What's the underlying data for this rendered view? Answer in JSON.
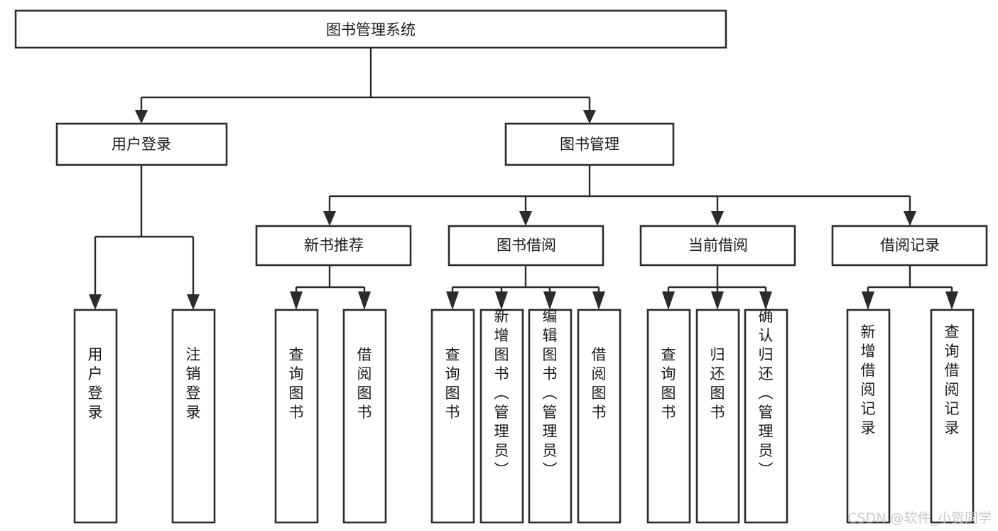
{
  "diagram": {
    "title": "图书管理系统",
    "type": "tree-hierarchy-diagram",
    "colors": {
      "background": "#ffffff",
      "box_stroke": "#2b2b2b",
      "box_fill": "#ffffff",
      "connector": "#2b2b2b",
      "text": "#1a1a1a",
      "watermark": "#c9c9c9"
    },
    "root": {
      "label": "图书管理系统"
    },
    "level1": [
      {
        "label": "用户登录"
      },
      {
        "label": "图书管理"
      }
    ],
    "level2": [
      {
        "label": "新书推荐"
      },
      {
        "label": "图书借阅"
      },
      {
        "label": "当前借阅"
      },
      {
        "label": "借阅记录"
      }
    ],
    "leaves": {
      "user_login": [
        {
          "label": "用户登录"
        },
        {
          "label": "注销登录"
        }
      ],
      "new_book_recommend": [
        {
          "label": "查询图书"
        },
        {
          "label": "借阅图书"
        }
      ],
      "book_borrow": [
        {
          "label": "查询图书"
        },
        {
          "label": "新增图书（管理员）"
        },
        {
          "label": "编辑图书（管理员）"
        },
        {
          "label": "借阅图书"
        }
      ],
      "current_borrow": [
        {
          "label": "查询图书"
        },
        {
          "label": "归还图书"
        },
        {
          "label": "确认归还（管理员）"
        }
      ],
      "borrow_record": [
        {
          "label": "新增借阅记录"
        },
        {
          "label": "查询借阅记录"
        }
      ]
    },
    "watermark": "CSDN @软件_小贺同学"
  }
}
